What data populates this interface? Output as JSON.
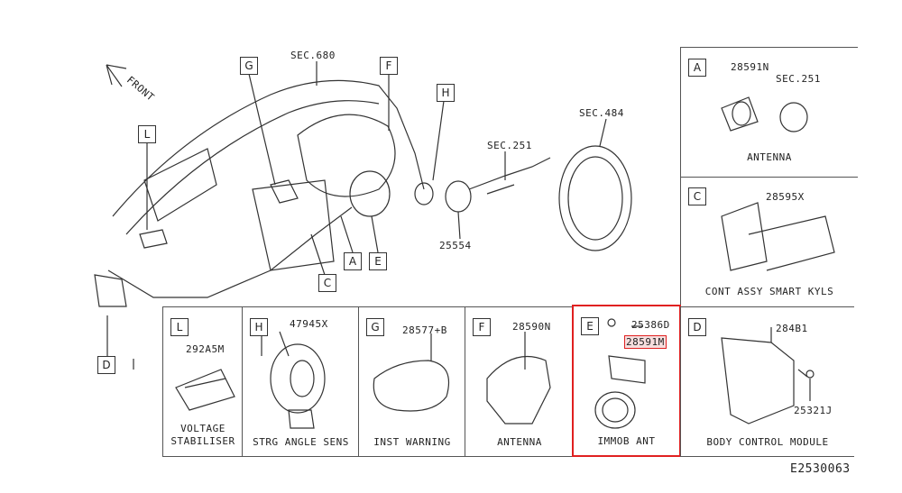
{
  "main": {
    "front_label": "FRONT",
    "sec_labels": [
      "SEC.680",
      "SEC.251",
      "SEC.484"
    ],
    "part_number": "25554",
    "callouts": [
      "G",
      "F",
      "H",
      "L",
      "A",
      "E",
      "C",
      "D"
    ]
  },
  "panels": {
    "A": {
      "letter": "A",
      "parts": [
        "28591N",
        "SEC.251"
      ],
      "caption": "ANTENNA"
    },
    "C": {
      "letter": "C",
      "parts": [
        "28595X"
      ],
      "caption": "CONT ASSY SMART KYLS"
    },
    "L": {
      "letter": "L",
      "parts": [
        "292A5M"
      ],
      "caption": "VOLTAGE STABILISER"
    },
    "H": {
      "letter": "H",
      "parts": [
        "47945X"
      ],
      "caption": "STRG ANGLE SENS"
    },
    "G": {
      "letter": "G",
      "parts": [
        "28577+B"
      ],
      "caption": "INST WARNING"
    },
    "F": {
      "letter": "F",
      "parts": [
        "28590N"
      ],
      "caption": "ANTENNA"
    },
    "E": {
      "letter": "E",
      "parts": [
        "25386D",
        "28591M"
      ],
      "caption": "IMMOB ANT",
      "highlight_color": "#e02020"
    },
    "D": {
      "letter": "D",
      "parts": [
        "284B1",
        "25321J"
      ],
      "caption": "BODY CONTROL MODULE"
    }
  },
  "figure_code": "E2530063"
}
